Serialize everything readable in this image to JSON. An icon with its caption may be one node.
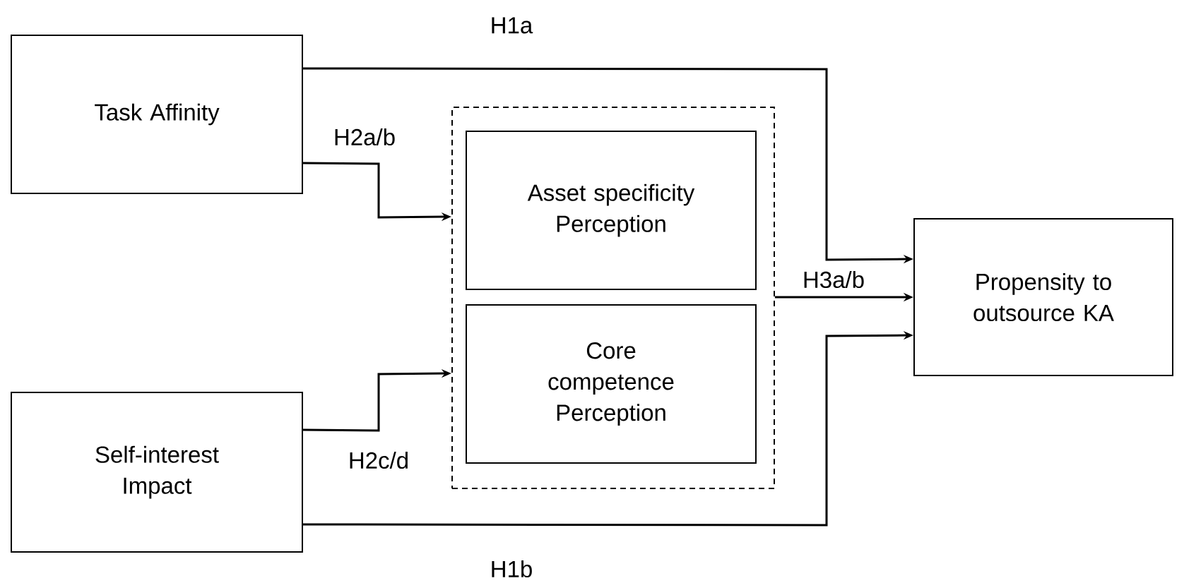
{
  "diagram": {
    "nodes": [
      {
        "text": [
          "Task Affinity"
        ]
      },
      {
        "text": [
          "Self-interest Impact"
        ]
      },
      {
        "text": [],
        "shape": "box"
      },
      {
        "text": [
          "Asset specificity Perception"
        ],
        "in": 2
      },
      {
        "text": [
          "Core competence Perception"
        ],
        "in": 2
      },
      {
        "text": [
          "Propensity to outsource KA"
        ]
      }
    ],
    "edges": [
      {
        "from": 0,
        "to": 5,
        "arrow": "to",
        "label": "H1a"
      },
      {
        "from": 0,
        "to": 2,
        "arrow": "to",
        "label": "H2a/b"
      },
      {
        "from": 1,
        "to": 2,
        "arrow": "to",
        "label": "H2c/d"
      },
      {
        "from": 2,
        "to": 5,
        "arrow": "to",
        "label": "H3a/b"
      },
      {
        "from": 1,
        "to": 5,
        "arrow": "to",
        "label": "H1b"
      }
    ]
  }
}
